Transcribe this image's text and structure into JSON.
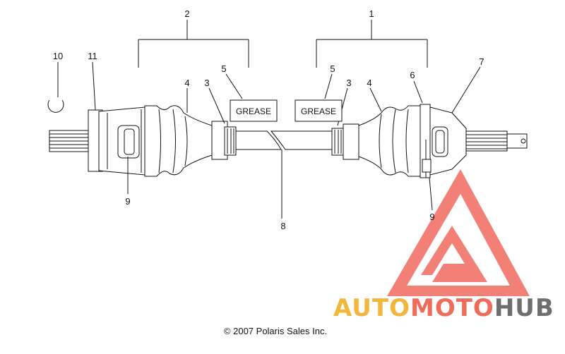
{
  "callouts": [
    {
      "id": "2",
      "label": "2"
    },
    {
      "id": "1",
      "label": "1"
    },
    {
      "id": "10",
      "label": "10"
    },
    {
      "id": "11",
      "label": "11"
    },
    {
      "id": "4a",
      "label": "4"
    },
    {
      "id": "3a",
      "label": "3"
    },
    {
      "id": "5a",
      "label": "5"
    },
    {
      "id": "5b",
      "label": "5"
    },
    {
      "id": "3b",
      "label": "3"
    },
    {
      "id": "4b",
      "label": "4"
    },
    {
      "id": "6",
      "label": "6"
    },
    {
      "id": "7",
      "label": "7"
    },
    {
      "id": "9a",
      "label": "9"
    },
    {
      "id": "8",
      "label": "8"
    },
    {
      "id": "9b",
      "label": "9"
    }
  ],
  "grease_boxes": [
    {
      "id": "left",
      "text": "GREASE"
    },
    {
      "id": "right",
      "text": "GREASE"
    }
  ],
  "copyright": "© 2007 Polaris Sales Inc.",
  "watermark": {
    "part1": "AUTO",
    "part2": "MOTO",
    "part3": "HUB",
    "color1": "#f2b63a",
    "color2": "#ef6b5a",
    "color3": "#6e6e6e",
    "triangle_color": "#f06a5f"
  }
}
